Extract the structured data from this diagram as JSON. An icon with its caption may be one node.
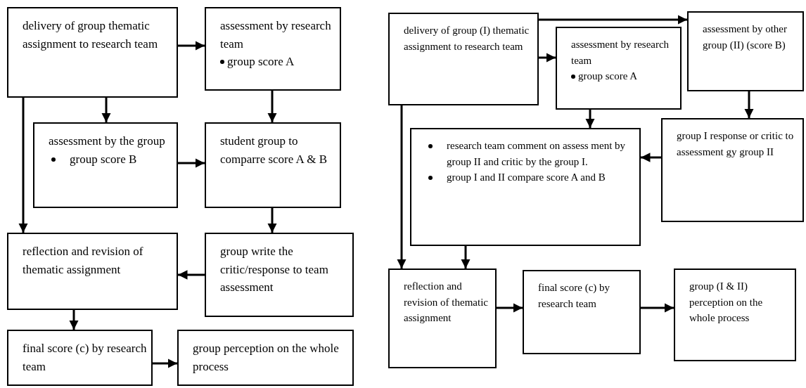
{
  "diagram": {
    "nodes": [
      {
        "text": [
          "delivery of group thematic assignment to research team"
        ]
      },
      {
        "text": [
          "assessment by research team",
          "group score A"
        ]
      },
      {
        "text": [
          "assessment by the group",
          "group score B"
        ]
      },
      {
        "text": [
          "student group to comparre score A & B"
        ]
      },
      {
        "text": [
          "reflection and revision of thematic assignment"
        ]
      },
      {
        "text": [
          "group write the critic/response to team assessment"
        ]
      },
      {
        "text": [
          "final score (c) by research team"
        ]
      },
      {
        "text": [
          "group perception on the whole process"
        ]
      },
      {
        "text": [
          "delivery of group (I) thematic assignment  to research team"
        ]
      },
      {
        "text": [
          "assessment by research team",
          "group score A"
        ]
      },
      {
        "text": [
          "assessment by other group (II) (score B)"
        ]
      },
      {
        "text": [
          "research team comment on assess ment by group II and critic by the group I.",
          "group I and II compare score A and B"
        ]
      },
      {
        "text": [
          "group I response or critic to assessment gy group II"
        ]
      },
      {
        "text": [
          "reflection and revision of thematic assignment"
        ]
      },
      {
        "text": [
          "final score (c) by research team"
        ]
      },
      {
        "text": [
          "group (I & II) perception on the whole process"
        ]
      }
    ],
    "edges": [
      {
        "from": 0,
        "to": 1,
        "arrow": "to"
      },
      {
        "from": 0,
        "to": 2,
        "arrow": "to"
      },
      {
        "from": 0,
        "to": 4,
        "arrow": "to"
      },
      {
        "from": 1,
        "to": 3,
        "arrow": "to"
      },
      {
        "from": 2,
        "to": 3,
        "arrow": "to"
      },
      {
        "from": 3,
        "to": 5,
        "arrow": "to"
      },
      {
        "from": 5,
        "to": 4,
        "arrow": "to"
      },
      {
        "from": 4,
        "to": 6,
        "arrow": "to"
      },
      {
        "from": 6,
        "to": 7,
        "arrow": "to"
      },
      {
        "from": 8,
        "to": 10,
        "arrow": "to"
      },
      {
        "from": 8,
        "to": 9,
        "arrow": "to"
      },
      {
        "from": 9,
        "to": 11,
        "arrow": "to"
      },
      {
        "from": 10,
        "to": 12,
        "arrow": "to"
      },
      {
        "from": 12,
        "to": 11,
        "arrow": "to"
      },
      {
        "from": 8,
        "to": 13,
        "arrow": "to"
      },
      {
        "from": 11,
        "to": 13,
        "arrow": "to"
      },
      {
        "from": 13,
        "to": 14,
        "arrow": "to"
      },
      {
        "from": 14,
        "to": 15,
        "arrow": "to"
      }
    ]
  }
}
